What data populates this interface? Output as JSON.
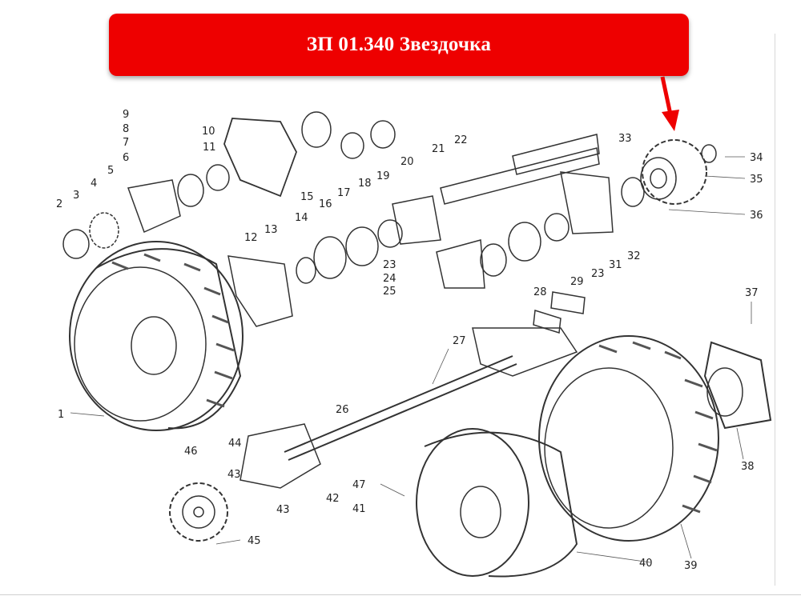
{
  "banner": {
    "title": "ЗП 01.340 Звездочка",
    "color": "#ee0000"
  },
  "arrow": {
    "color": "#ee0000",
    "points_to_part": "35"
  },
  "part_labels": [
    "1",
    "2",
    "3",
    "4",
    "5",
    "6",
    "7",
    "8",
    "9",
    "10",
    "11",
    "12",
    "13",
    "14",
    "15",
    "16",
    "17",
    "18",
    "19",
    "20",
    "21",
    "22",
    "23",
    "24",
    "25",
    "26",
    "27",
    "28",
    "29",
    "23",
    "31",
    "32",
    "33",
    "34",
    "35",
    "36",
    "37",
    "38",
    "39",
    "40",
    "41",
    "42",
    "43",
    "43",
    "44",
    "45",
    "46",
    "47"
  ]
}
